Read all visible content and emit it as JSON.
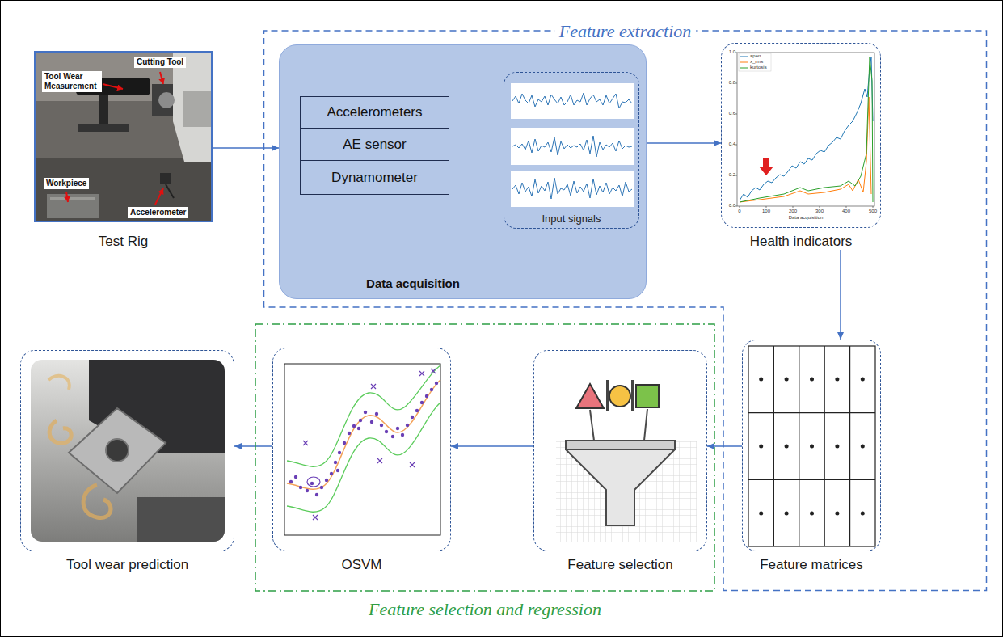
{
  "diagram": {
    "nodes": [
      {
        "text": [
          "Test Rig"
        ]
      },
      {
        "text": [
          "Feature extraction"
        ]
      },
      {
        "text": [
          "Data acquisition"
        ],
        "in": 1
      },
      {
        "text": [
          "Accelerometers"
        ],
        "in": 2
      },
      {
        "text": [
          "AE sensor"
        ],
        "in": 2
      },
      {
        "text": [
          "Dynamometer"
        ],
        "in": 2
      },
      {
        "text": [
          "Input signals"
        ],
        "in": 2
      },
      {
        "text": [
          "Health indicators"
        ],
        "in": 1
      },
      {
        "text": [
          "Feature matrices"
        ],
        "in": 1
      },
      {
        "text": [
          "Feature selection and regression"
        ]
      },
      {
        "text": [
          "Feature selection"
        ],
        "in": 9
      },
      {
        "text": [
          "OSVM"
        ],
        "in": 9
      },
      {
        "text": [
          "Tool wear prediction"
        ]
      }
    ],
    "edges": [
      {
        "from": 0,
        "to": 2,
        "arrow": "to"
      },
      {
        "from": 4,
        "to": 6,
        "arrow": "to"
      },
      {
        "from": 2,
        "to": 7,
        "arrow": "to"
      },
      {
        "from": 7,
        "to": 8,
        "arrow": "to"
      },
      {
        "from": 8,
        "to": 10,
        "arrow": "to"
      },
      {
        "from": 10,
        "to": 11,
        "arrow": "to"
      },
      {
        "from": 11,
        "to": 12,
        "arrow": "to"
      }
    ],
    "labels": [
      "Tool Wear Measurement",
      "Cutting Tool",
      "Workpiece",
      "Accelerometer",
      "1.0",
      "0.8",
      "0.6",
      "0.4",
      "0.2",
      "0.0",
      "0",
      "100",
      "200",
      "300",
      "400",
      "500",
      "Data acquisition"
    ],
    "legend": [
      {
        "text": "apen"
      },
      {
        "text": "x_rms"
      },
      {
        "text": "kurtosis"
      }
    ]
  }
}
